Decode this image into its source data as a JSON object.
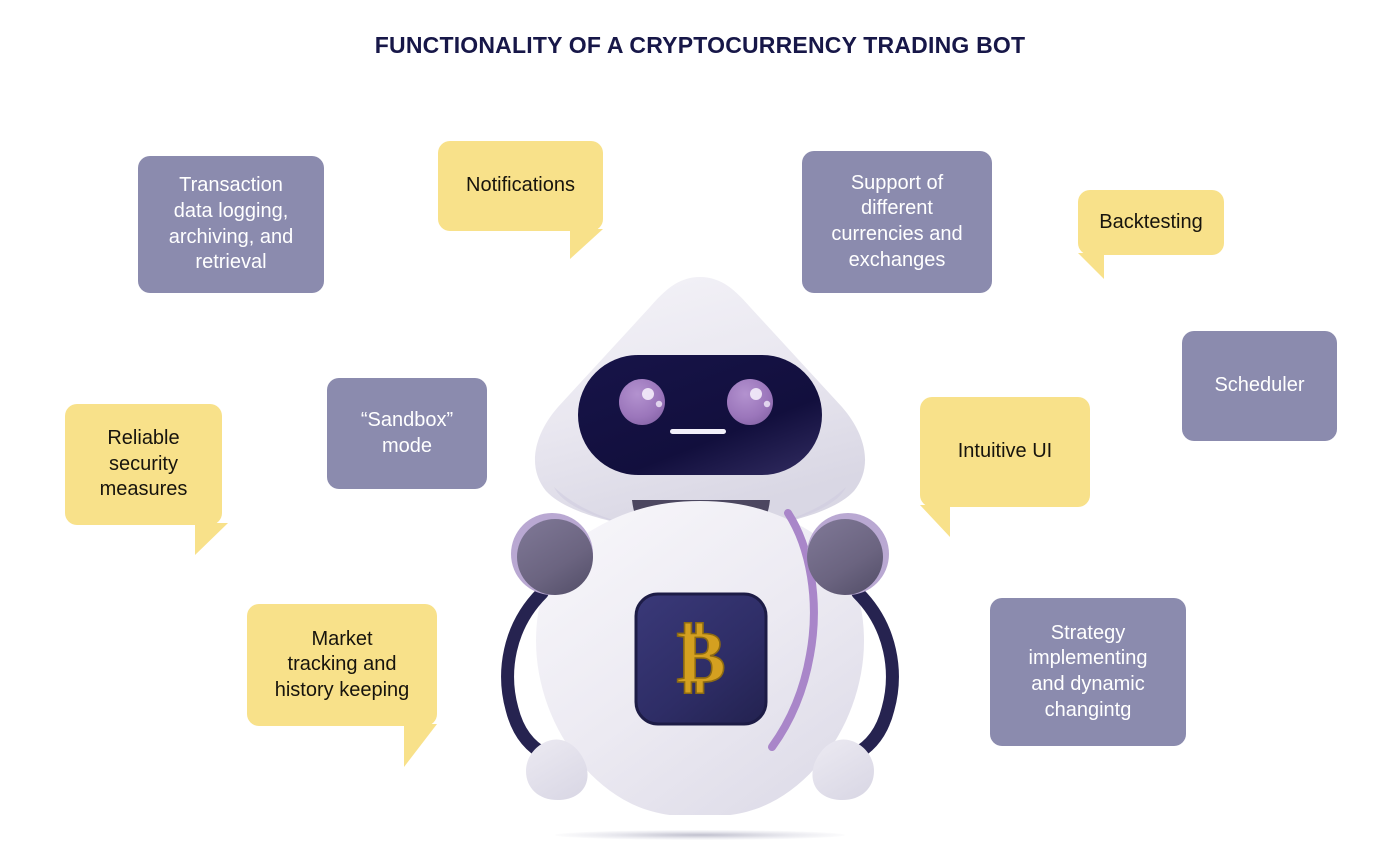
{
  "page": {
    "title": "FUNCTIONALITY OF A CRYPTOCURRENCY TRADING BOT",
    "background_color": "#ffffff",
    "title_color": "#171748"
  },
  "palette": {
    "purple_card": "#8b8bae",
    "purple_card_text": "#ffffff",
    "yellow_card": "#f8e18a",
    "yellow_card_text": "#17140d",
    "robot_body": "#eceaf2",
    "robot_visor": "#151347",
    "robot_eye": "#9b76bb",
    "robot_accent_purple": "#a986c9",
    "robot_dark": "#262350",
    "robot_neck": "#4c4760",
    "robot_joint": "#6b6480",
    "chest_panel": "#2e2d66",
    "bitcoin_gold": "#d4a020"
  },
  "cards": [
    {
      "id": "transaction-data-logging",
      "label": "Transaction\ndata logging,\narchiving, and\nretrieval",
      "style": "purple",
      "tail": "none"
    },
    {
      "id": "notifications",
      "label": "Notifications",
      "style": "yellow",
      "tail": "bottom-right"
    },
    {
      "id": "support-of-different-currencies-and-exchanges",
      "label": "Support of\ndifferent\ncurrencies and\nexchanges",
      "style": "purple",
      "tail": "none"
    },
    {
      "id": "backtesting",
      "label": "Backtesting",
      "style": "yellow",
      "tail": "bottom-left"
    },
    {
      "id": "scheduler",
      "label": "Scheduler",
      "style": "purple",
      "tail": "none"
    },
    {
      "id": "sandbox-mode",
      "label": "“Sandbox”\nmode",
      "style": "purple",
      "tail": "none"
    },
    {
      "id": "reliable-security-measures",
      "label": "Reliable\nsecurity\nmeasures",
      "style": "yellow",
      "tail": "bottom-right"
    },
    {
      "id": "intuitive-ui",
      "label": "Intuitive UI",
      "style": "yellow",
      "tail": "bottom-left"
    },
    {
      "id": "market-tracking-and-history-keeping",
      "label": "Market\ntracking and\nhistory keeping",
      "style": "yellow",
      "tail": "bottom-right"
    },
    {
      "id": "strategy-implementing-and-dynamic-changing",
      "label": "Strategy\nimplementing\nand dynamic\nchangintg",
      "style": "purple",
      "tail": "none"
    }
  ],
  "robot": {
    "chest_symbol": "₿",
    "chest_symbol_name": "bitcoin-symbol",
    "mouth": "neutral-line",
    "eyes": 2
  }
}
